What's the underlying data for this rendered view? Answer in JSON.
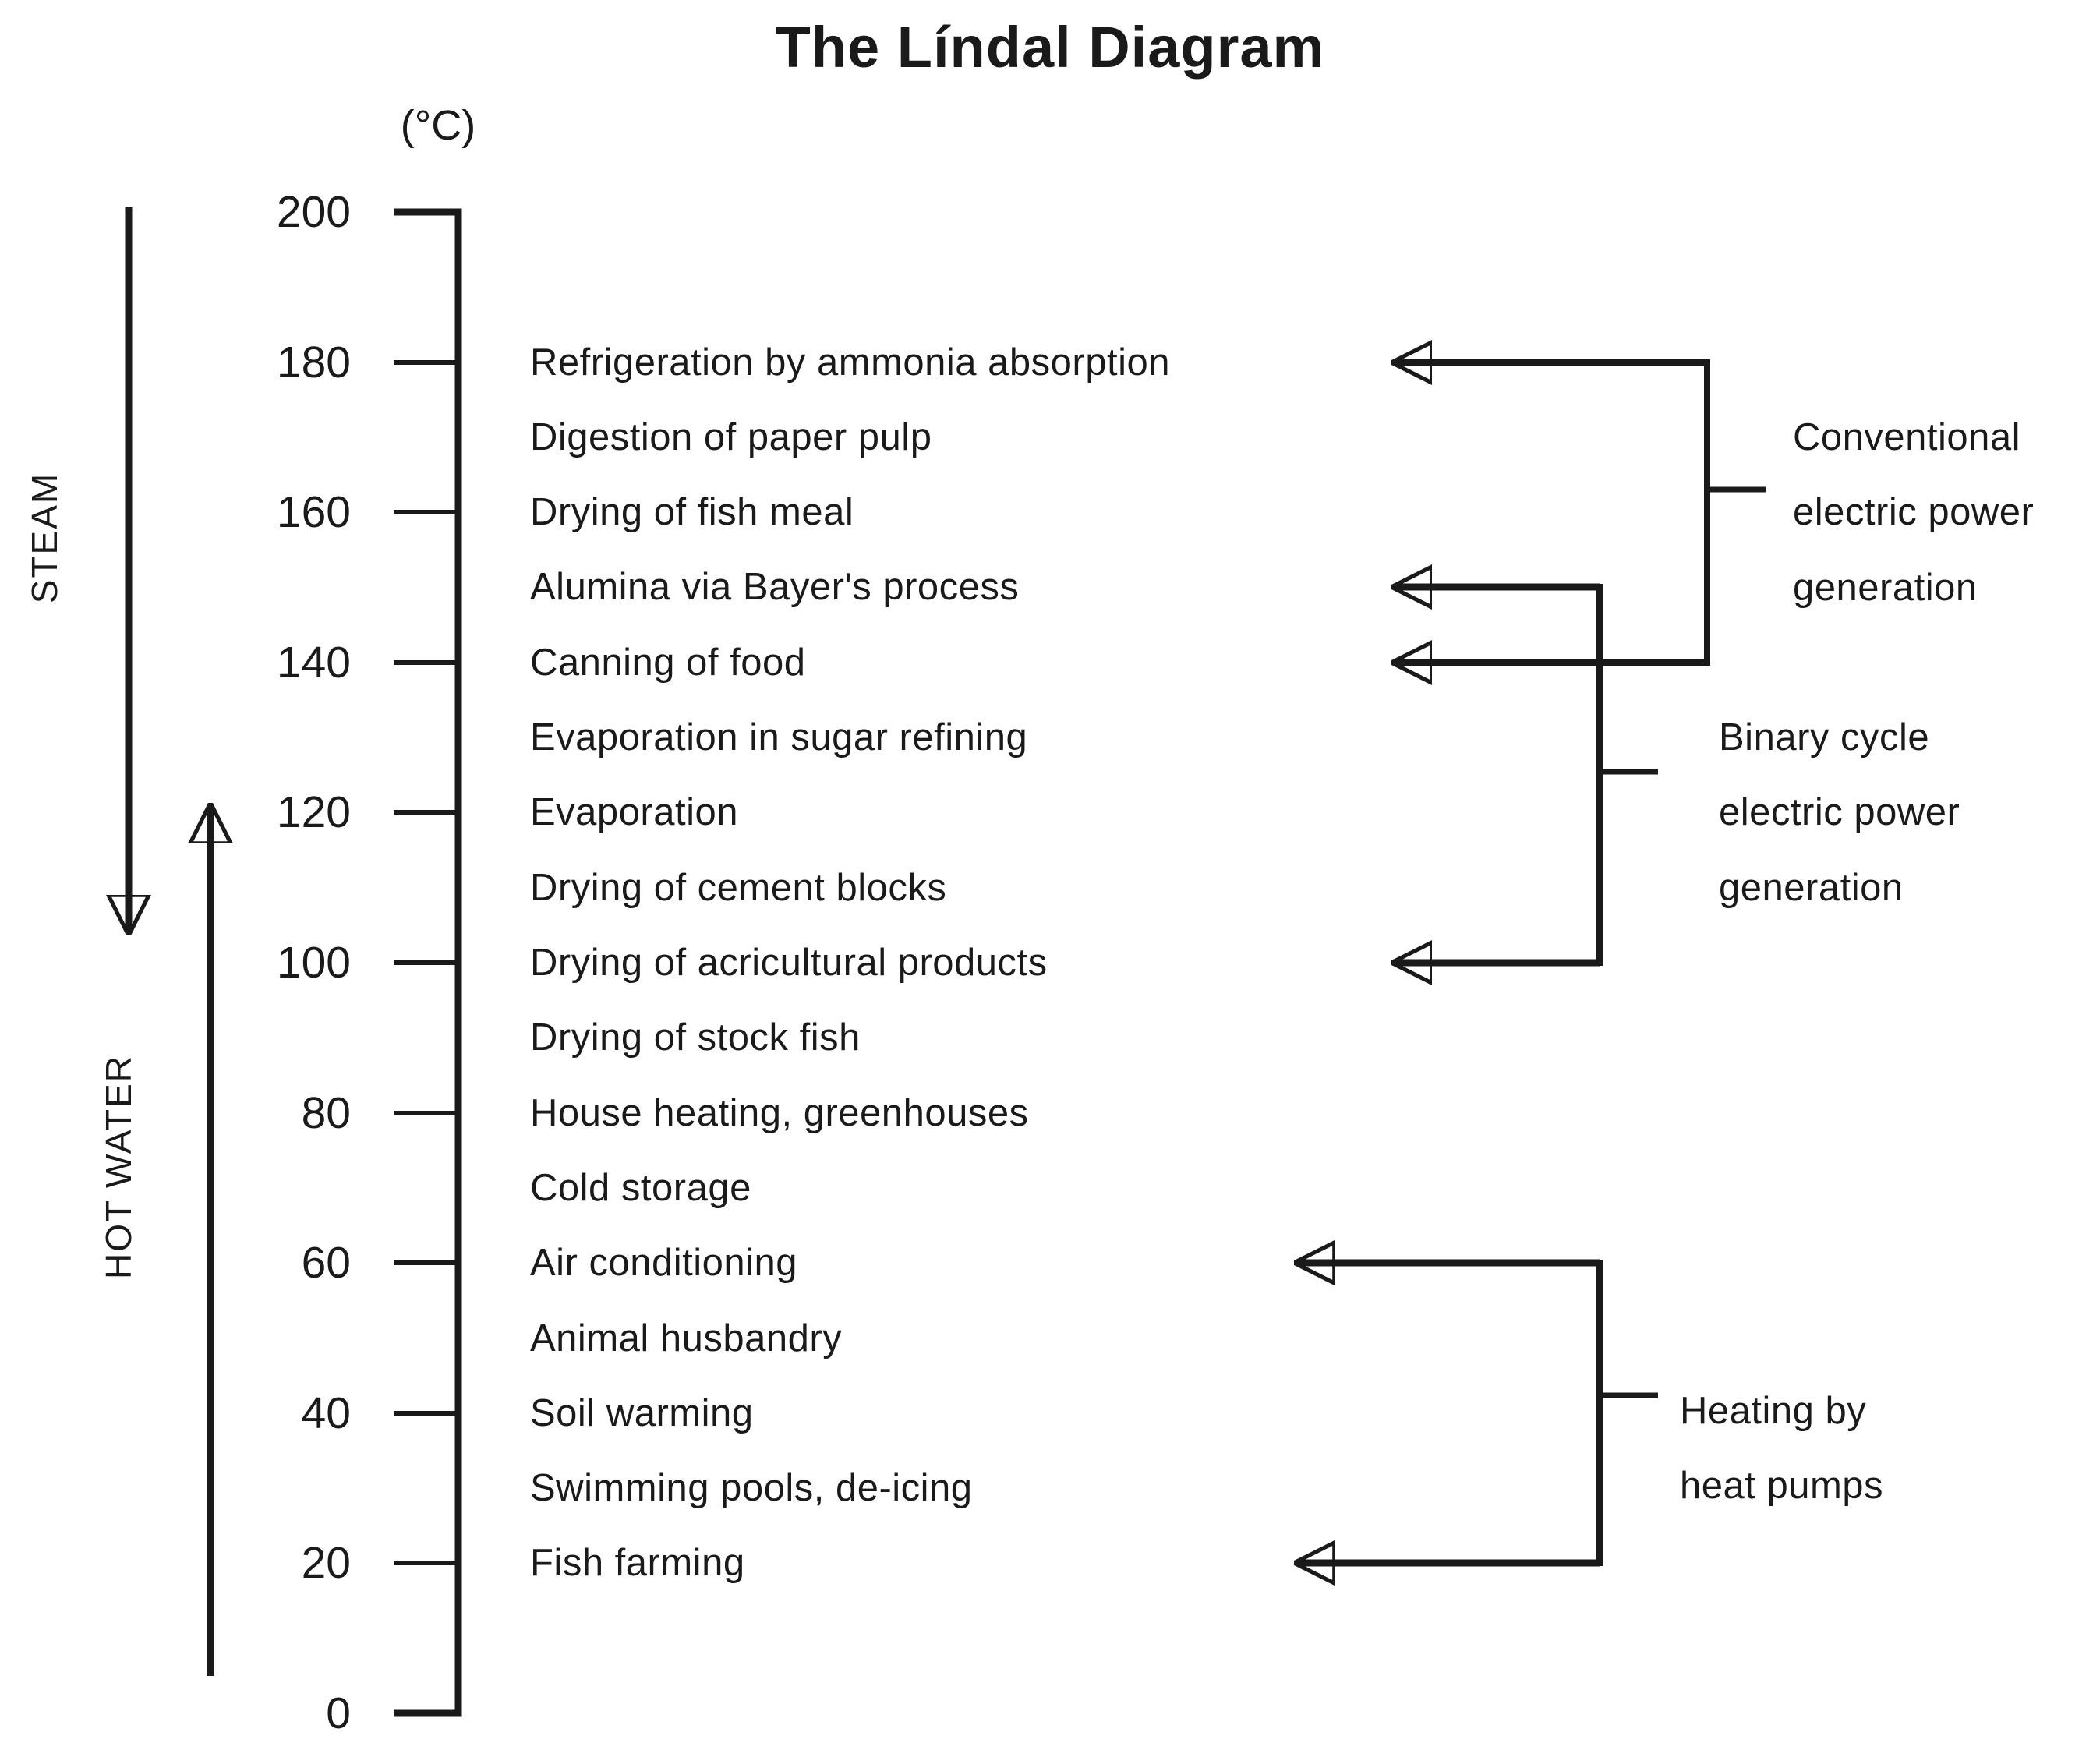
{
  "title": "The Líndal Diagram",
  "axis": {
    "unit_label": "(°C)",
    "tick_values": [
      200,
      180,
      160,
      140,
      120,
      100,
      80,
      60,
      40,
      20,
      0
    ],
    "min_c": 0,
    "max_c": 200
  },
  "left_flow_labels": {
    "steam": "STEAM",
    "hot_water": "HOT WATER"
  },
  "applications": [
    {
      "temp_c": 180,
      "label": "Refrigeration by ammonia absorption"
    },
    {
      "temp_c": 170,
      "label": "Digestion of paper pulp"
    },
    {
      "temp_c": 160,
      "label": "Drying of fish meal"
    },
    {
      "temp_c": 150,
      "label": "Alumina via Bayer's process"
    },
    {
      "temp_c": 140,
      "label": "Canning of food"
    },
    {
      "temp_c": 130,
      "label": "Evaporation in sugar refining"
    },
    {
      "temp_c": 120,
      "label": "Evaporation"
    },
    {
      "temp_c": 110,
      "label": "Drying of cement blocks"
    },
    {
      "temp_c": 100,
      "label": "Drying of acricultural products"
    },
    {
      "temp_c": 90,
      "label": "Drying of stock fish"
    },
    {
      "temp_c": 80,
      "label": "House heating, greenhouses"
    },
    {
      "temp_c": 70,
      "label": "Cold storage"
    },
    {
      "temp_c": 60,
      "label": "Air conditioning"
    },
    {
      "temp_c": 50,
      "label": "Animal husbandry"
    },
    {
      "temp_c": 40,
      "label": "Soil warming"
    },
    {
      "temp_c": 30,
      "label": "Swimming pools, de-icing"
    },
    {
      "temp_c": 20,
      "label": "Fish farming"
    }
  ],
  "use_groups": [
    {
      "id": "conventional-electric",
      "label_lines": [
        "Conventional",
        "electric power",
        "generation"
      ],
      "arrow_temps_c": [
        180,
        140
      ]
    },
    {
      "id": "binary-cycle",
      "label_lines": [
        "Binary cycle",
        "electric power",
        "generation"
      ],
      "arrow_temps_c": [
        150,
        100
      ]
    },
    {
      "id": "heat-pumps",
      "label_lines": [
        "Heating by",
        "heat pumps"
      ],
      "arrow_temps_c": [
        60,
        20
      ]
    }
  ],
  "colors": {
    "ink": "#1a1a1a",
    "background": "#ffffff"
  }
}
